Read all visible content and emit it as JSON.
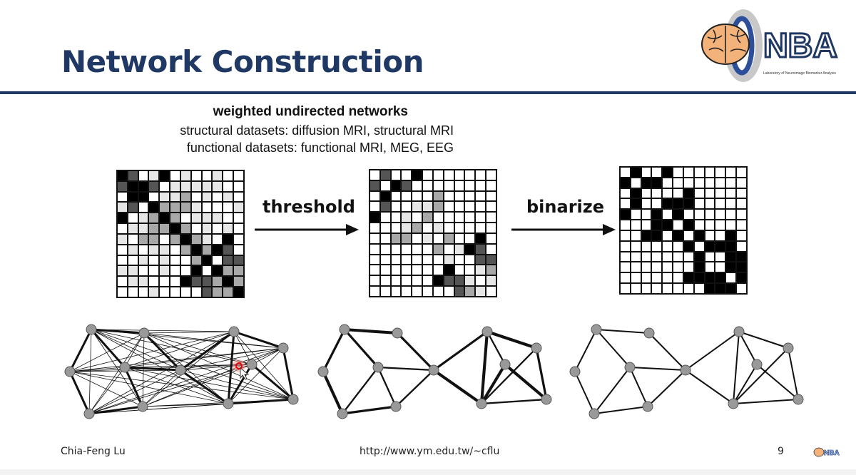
{
  "slide": {
    "title": "Network Construction",
    "logo": {
      "text": "NBA",
      "subtitle": "Laboratory of Neuroimage Biomarker Analysis",
      "brand_color": "#1f3864",
      "brain_color": "#f2b27a"
    },
    "heading": "weighted undirected networks",
    "lines": [
      "structural datasets: diffusion MRI, structural MRI",
      "functional datasets: functional MRI, MEG, EEG"
    ],
    "steps": [
      "threshold",
      "binarize"
    ],
    "footer": {
      "author": "Chia-Feng Lu",
      "url": "http://www.ym.edu.tw/~cflu",
      "page": "9"
    }
  },
  "matrices": {
    "weighted": [
      "430140100100",
      "344301111100",
      "044011201010",
      "130422210001",
      "401242011100",
      "011224201010",
      "102202421040",
      "010110242430",
      "001010024033",
      "110010040422",
      "011000433242",
      "000100003224"
    ],
    "thresholded": [
      "030040000000",
      "304300000000",
      "040000200000",
      "030011200000",
      "400102000000",
      "000120100000",
      "002201020040",
      "000000201430",
      "000000010033",
      "000000040012",
      "000000433101",
      "000000003210"
    ],
    "binarized": [
      "010010000000",
      "101100000000",
      "010000100000",
      "010011100000",
      "100101000000",
      "000110100000",
      "001101010010",
      "000000101110",
      "000000010011",
      "000000010011",
      "000000111101",
      "000000001110"
    ]
  },
  "networks": {
    "thick_edges_weighted": [
      [
        0,
        1
      ],
      [
        0,
        2
      ],
      [
        2,
        5
      ],
      [
        0,
        3
      ],
      [
        1,
        4
      ],
      [
        3,
        4
      ],
      [
        3,
        6
      ],
      [
        5,
        6
      ],
      [
        4,
        7
      ],
      [
        4,
        10
      ],
      [
        7,
        8
      ],
      [
        7,
        10
      ],
      [
        9,
        10
      ],
      [
        9,
        11
      ],
      [
        8,
        11
      ],
      [
        10,
        11
      ]
    ],
    "thresholded_edges": [
      [
        0,
        1,
        4
      ],
      [
        0,
        2,
        3
      ],
      [
        2,
        5,
        4
      ],
      [
        0,
        3,
        3
      ],
      [
        1,
        4,
        3
      ],
      [
        3,
        4,
        2
      ],
      [
        3,
        5,
        2
      ],
      [
        3,
        6,
        2
      ],
      [
        5,
        6,
        3
      ],
      [
        4,
        6,
        2
      ],
      [
        4,
        7,
        3
      ],
      [
        4,
        10,
        4
      ],
      [
        7,
        8,
        4
      ],
      [
        7,
        9,
        2
      ],
      [
        7,
        10,
        4
      ],
      [
        9,
        10,
        4
      ],
      [
        9,
        11,
        4
      ],
      [
        8,
        11,
        3
      ],
      [
        8,
        10,
        2
      ],
      [
        10,
        11,
        2
      ]
    ]
  }
}
